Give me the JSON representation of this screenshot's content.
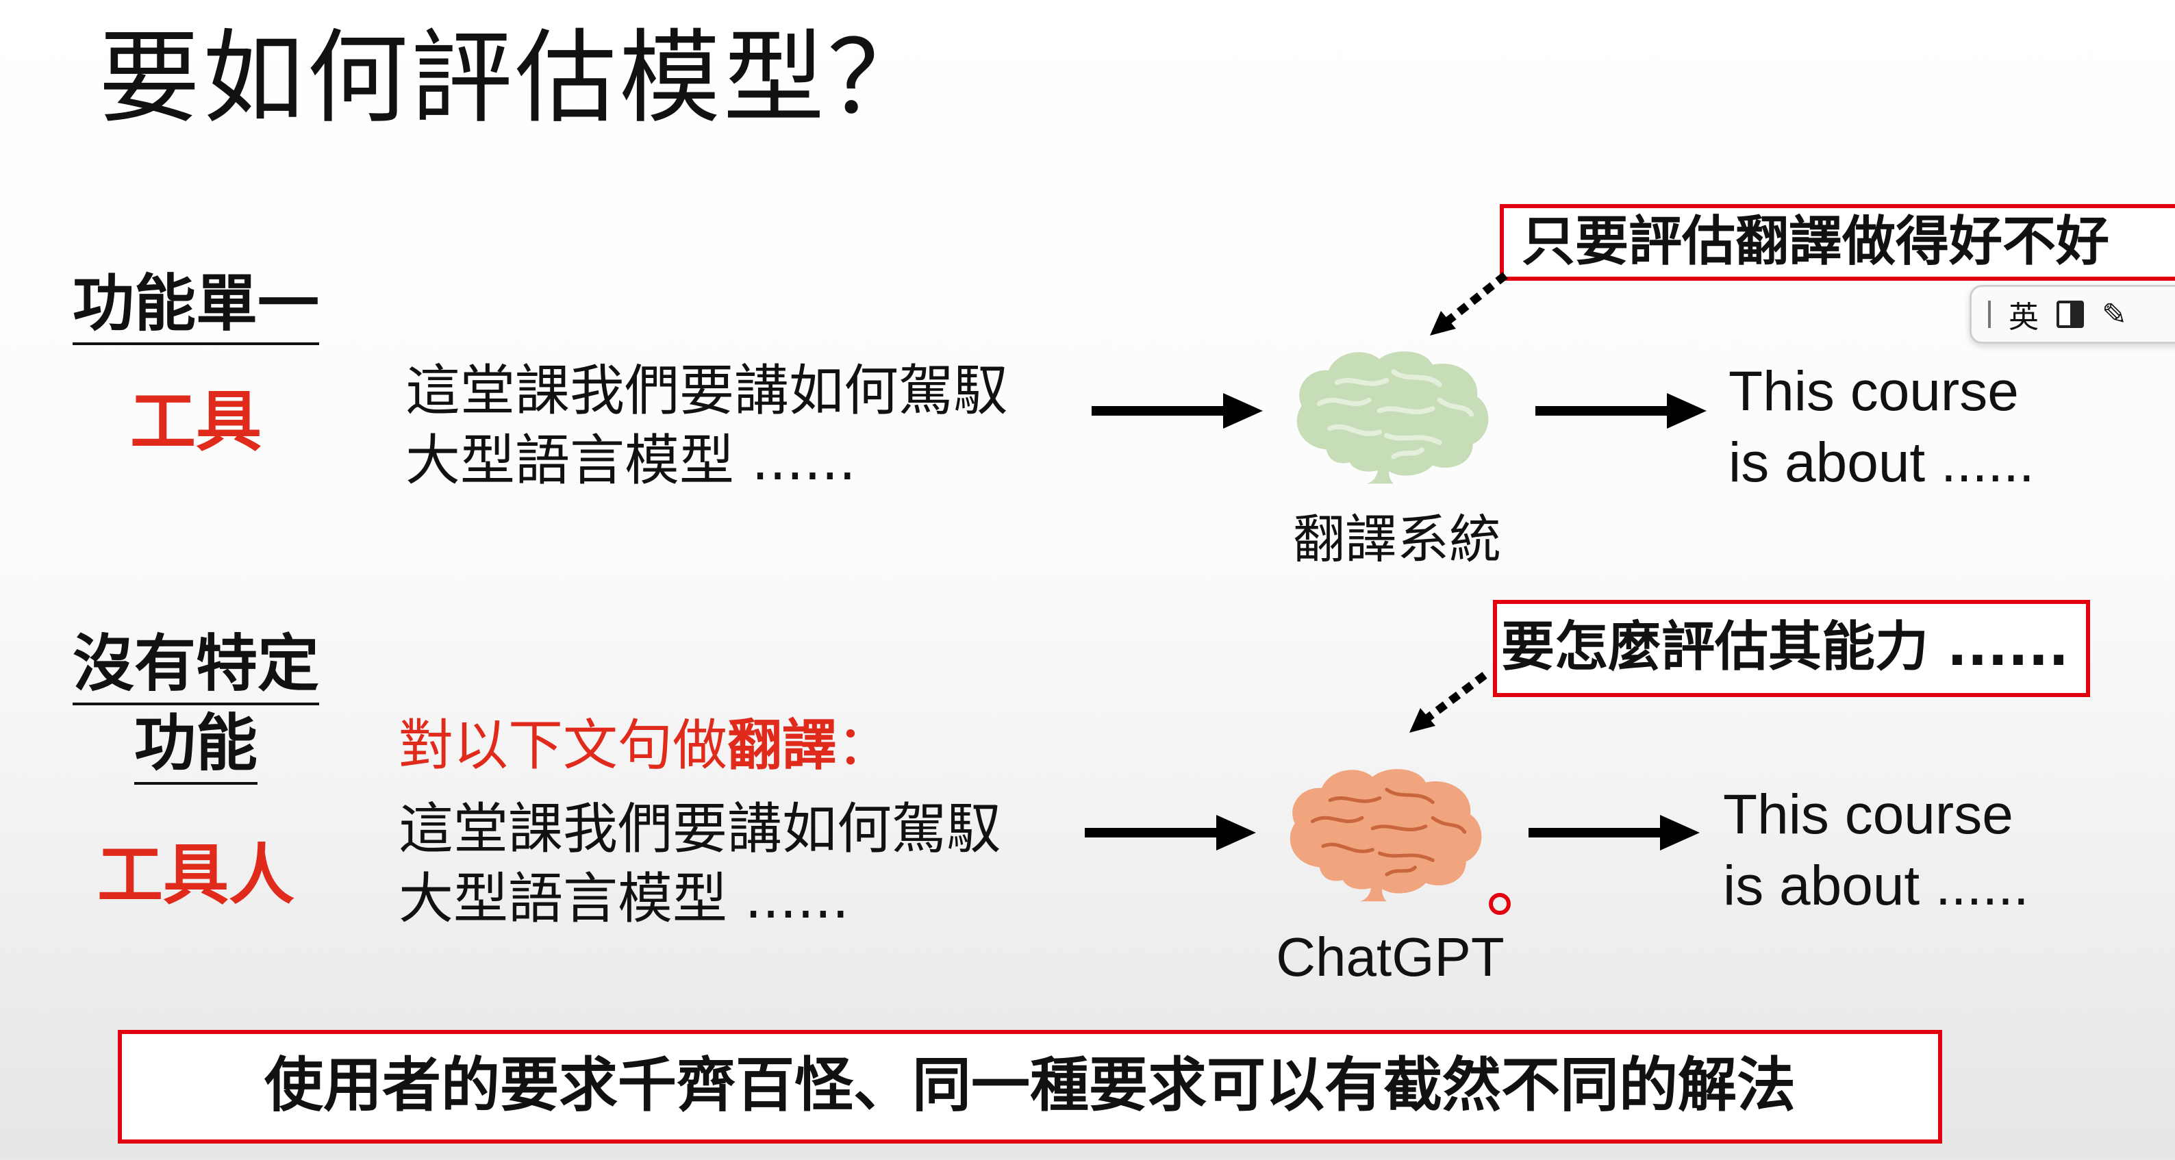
{
  "slide": {
    "title": "要如何評估模型？",
    "row1": {
      "label_main": "功能單一",
      "label_sub": "工具",
      "input_line1": "這堂課我們要講如何駕馭",
      "input_line2": "大型語言模型 ......",
      "model_caption": "翻譯系統",
      "output_line1": "This course",
      "output_line2": "is about ......",
      "callout": "只要評估翻譯做得好不好",
      "brain_color": "#c6ddb7"
    },
    "row2": {
      "label_main_line1": "沒有特定",
      "label_main_line2": "功能",
      "label_sub": "工具人",
      "instruction_prefix": "對以下文句做",
      "instruction_bold": "翻譯",
      "instruction_suffix": "：",
      "input_line1": "這堂課我們要講如何駕馭",
      "input_line2": "大型語言模型 ......",
      "model_caption": "ChatGPT",
      "output_line1": "This course",
      "output_line2": "is about ......",
      "callout": "要怎麼評估其能力 ......",
      "brain_color": "#f0a57e"
    },
    "bottom_banner": "使用者的要求千齊百怪、同一種要求可以有截然不同的解法",
    "colors": {
      "accent_red": "#e02a1b",
      "box_border": "#e3000f"
    }
  },
  "ime_toolbar": {
    "language": "英",
    "mode_icon": "half-width-icon",
    "tool_icon": "settings-tool-icon"
  }
}
